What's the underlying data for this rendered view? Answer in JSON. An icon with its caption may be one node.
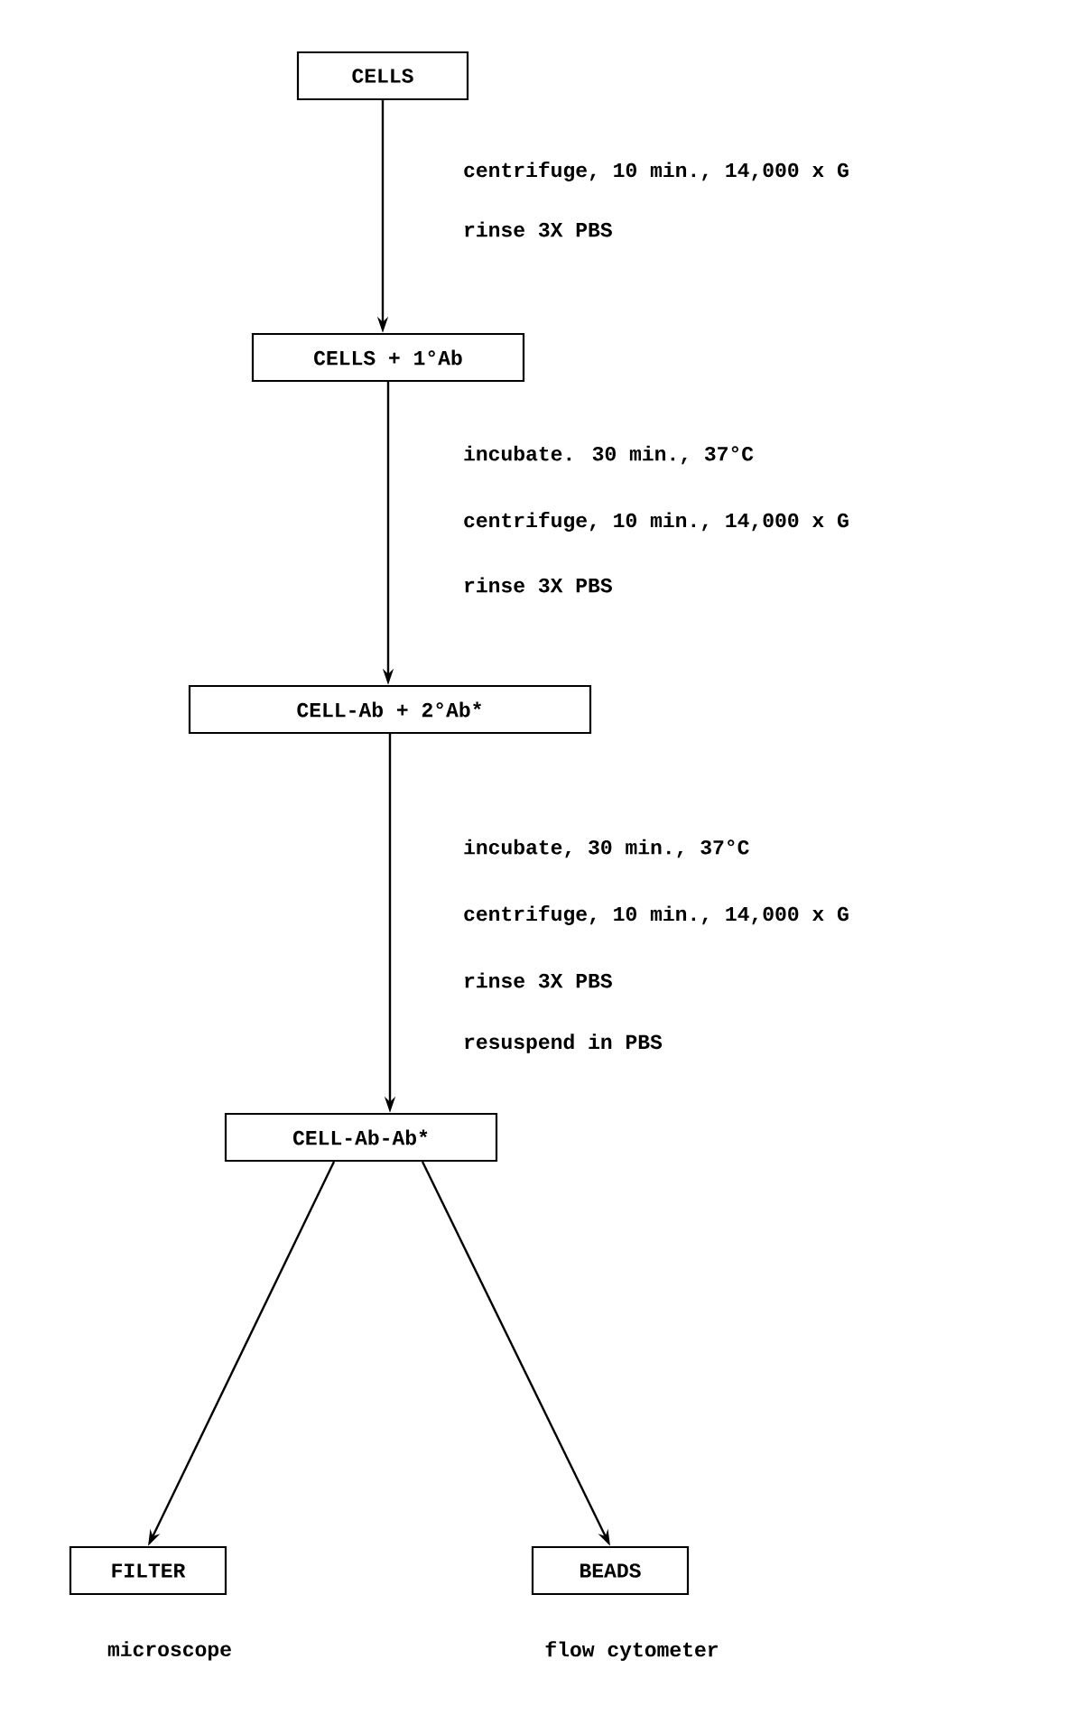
{
  "diagram": {
    "nodes": [
      {
        "text": [
          "CELLS"
        ]
      },
      {
        "text": [
          "CELLS + 1°Ab"
        ]
      },
      {
        "text": [
          "CELL-Ab + 2°Ab*"
        ]
      },
      {
        "text": [
          "CELL-Ab-Ab*"
        ]
      },
      {
        "text": [
          "FILTER"
        ],
        "beside": [
          "microscope"
        ]
      },
      {
        "text": [
          "BEADS"
        ],
        "beside": [
          "flow cytometer"
        ]
      }
    ],
    "edges": [
      {
        "from": 0,
        "to": 1,
        "arrow": "to"
      },
      {
        "from": 1,
        "to": 2,
        "arrow": "to"
      },
      {
        "from": 2,
        "to": 3,
        "arrow": "to"
      },
      {
        "from": 3,
        "to": 4,
        "arrow": "to"
      },
      {
        "from": 3,
        "to": 5,
        "arrow": "to"
      }
    ],
    "labels": [
      "centrifuge, 10 min., 14,000 x G",
      "rinse 3X PBS",
      "incubate. 30 min., 37°C",
      "centrifuge, 10 min., 14,000 x G",
      "rinse 3X PBS",
      "incubate, 30 min., 37°C",
      "centrifuge, 10 min., 14,000 x G",
      "rinse 3X PBS",
      "resuspend in PBS"
    ]
  }
}
